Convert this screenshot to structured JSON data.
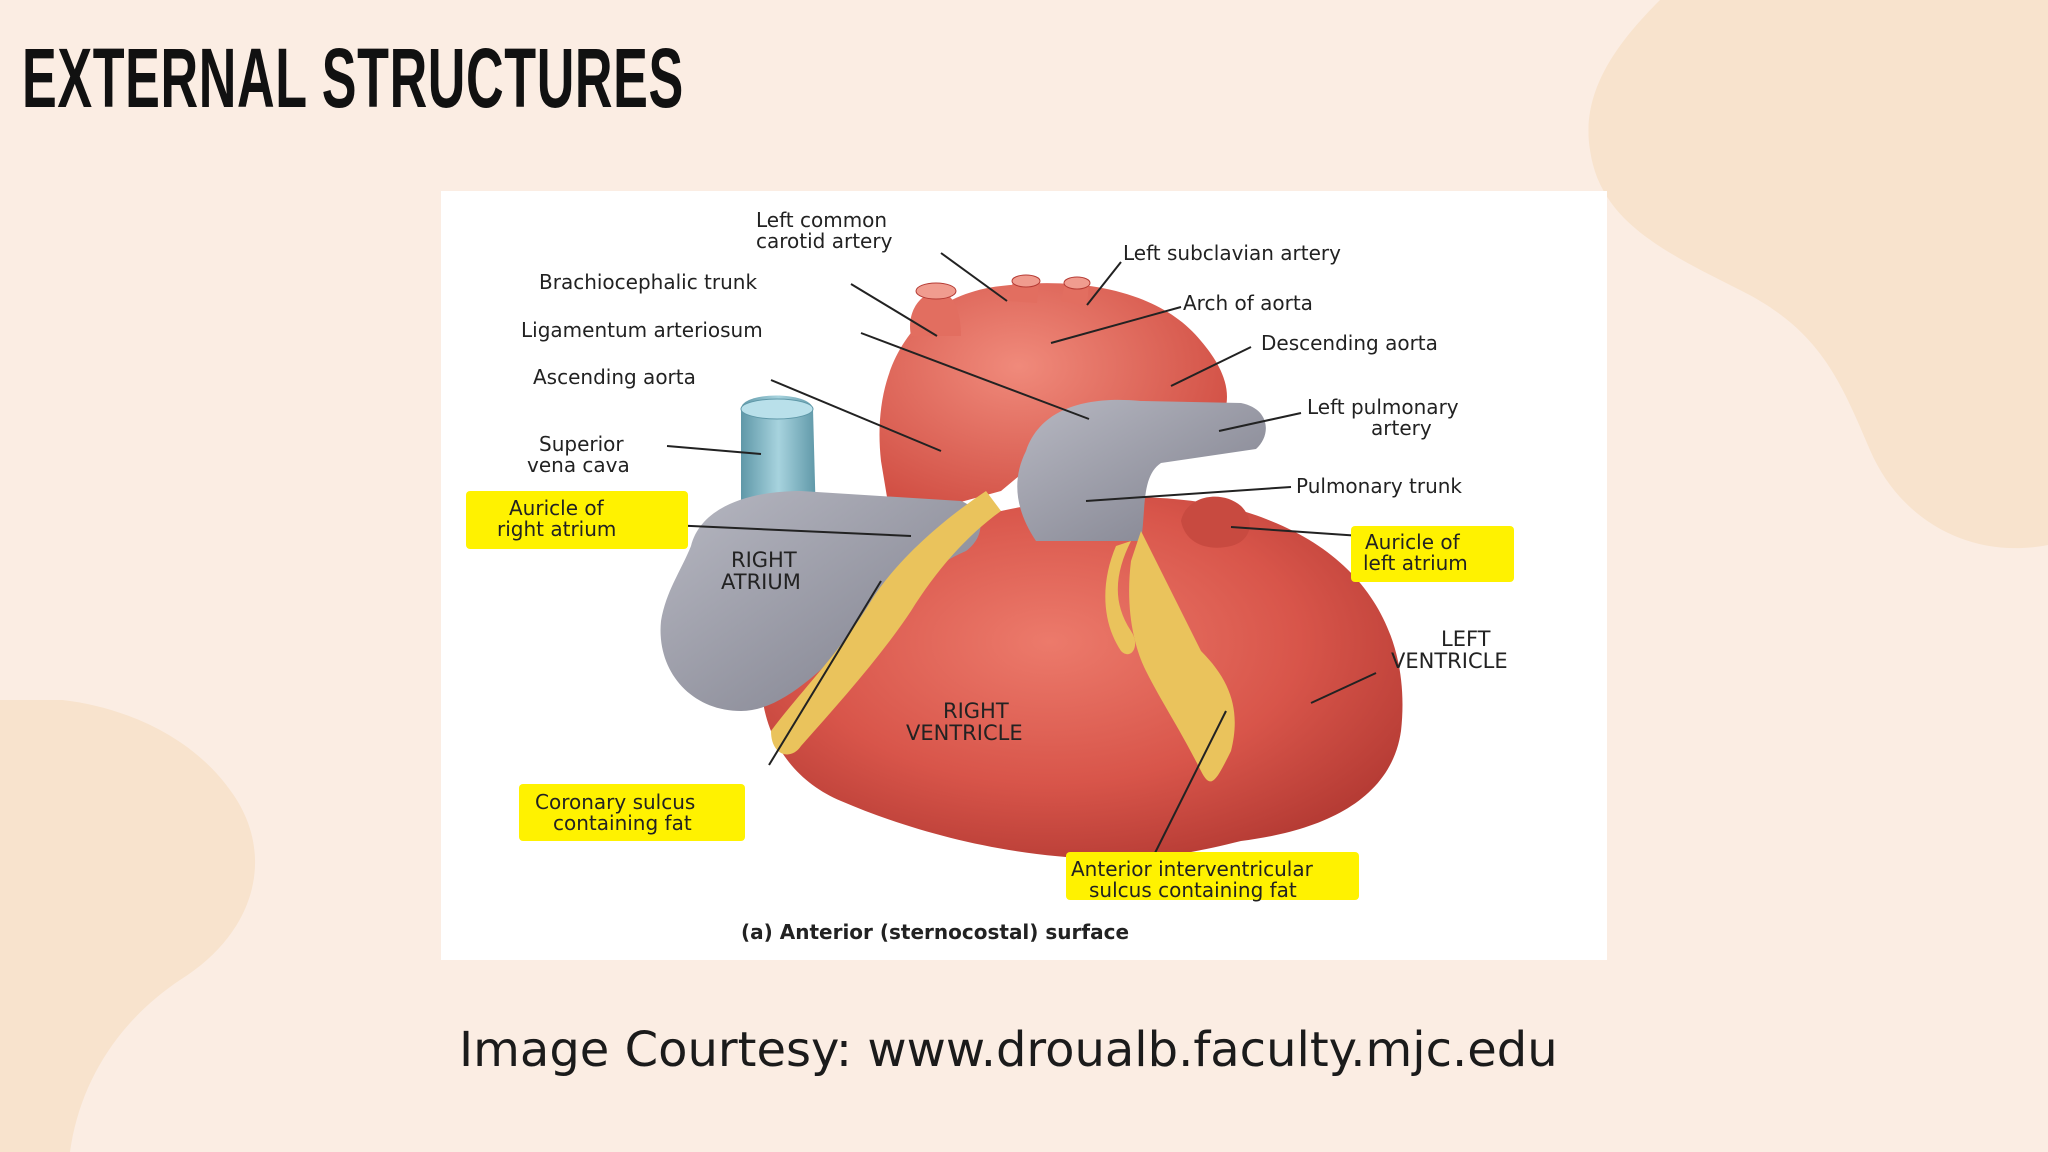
{
  "slide": {
    "title": "EXTERNAL STRUCTURES",
    "credit": "Image Courtesy: www.droualb.faculty.mjc.edu"
  },
  "figure": {
    "caption": "(a) Anterior (sternocostal) surface",
    "labels": {
      "left_common_carotid": [
        "Left common",
        "carotid artery"
      ],
      "left_subclavian": "Left subclavian artery",
      "brachiocephalic": "Brachiocephalic trunk",
      "arch_of_aorta": "Arch of aorta",
      "ligamentum": "Ligamentum arteriosum",
      "descending_aorta": "Descending aorta",
      "ascending_aorta": "Ascending aorta",
      "left_pulmonary": [
        "Left pulmonary",
        "artery"
      ],
      "svc": [
        "Superior",
        "vena cava"
      ],
      "pulmonary_trunk": "Pulmonary trunk",
      "auricle_right": [
        "Auricle of",
        "right atrium"
      ],
      "auricle_left": [
        "Auricle of",
        "left atrium"
      ],
      "right_atrium": [
        "RIGHT",
        "ATRIUM"
      ],
      "left_ventricle": [
        "LEFT",
        "VENTRICLE"
      ],
      "right_ventricle": [
        "RIGHT",
        "VENTRICLE"
      ],
      "coronary_sulcus": [
        "Coronary sulcus",
        "containing fat"
      ],
      "anterior_sulcus": [
        "Anterior interventricular",
        "sulcus containing fat"
      ]
    }
  },
  "colors": {
    "background": "#fbede3",
    "blob": "#f8e3cd",
    "highlight": "#fff200",
    "ventricle": "#d8554a",
    "atrium": "#8c8d99",
    "fat": "#eac35c",
    "svc": "#7fb6c4"
  }
}
